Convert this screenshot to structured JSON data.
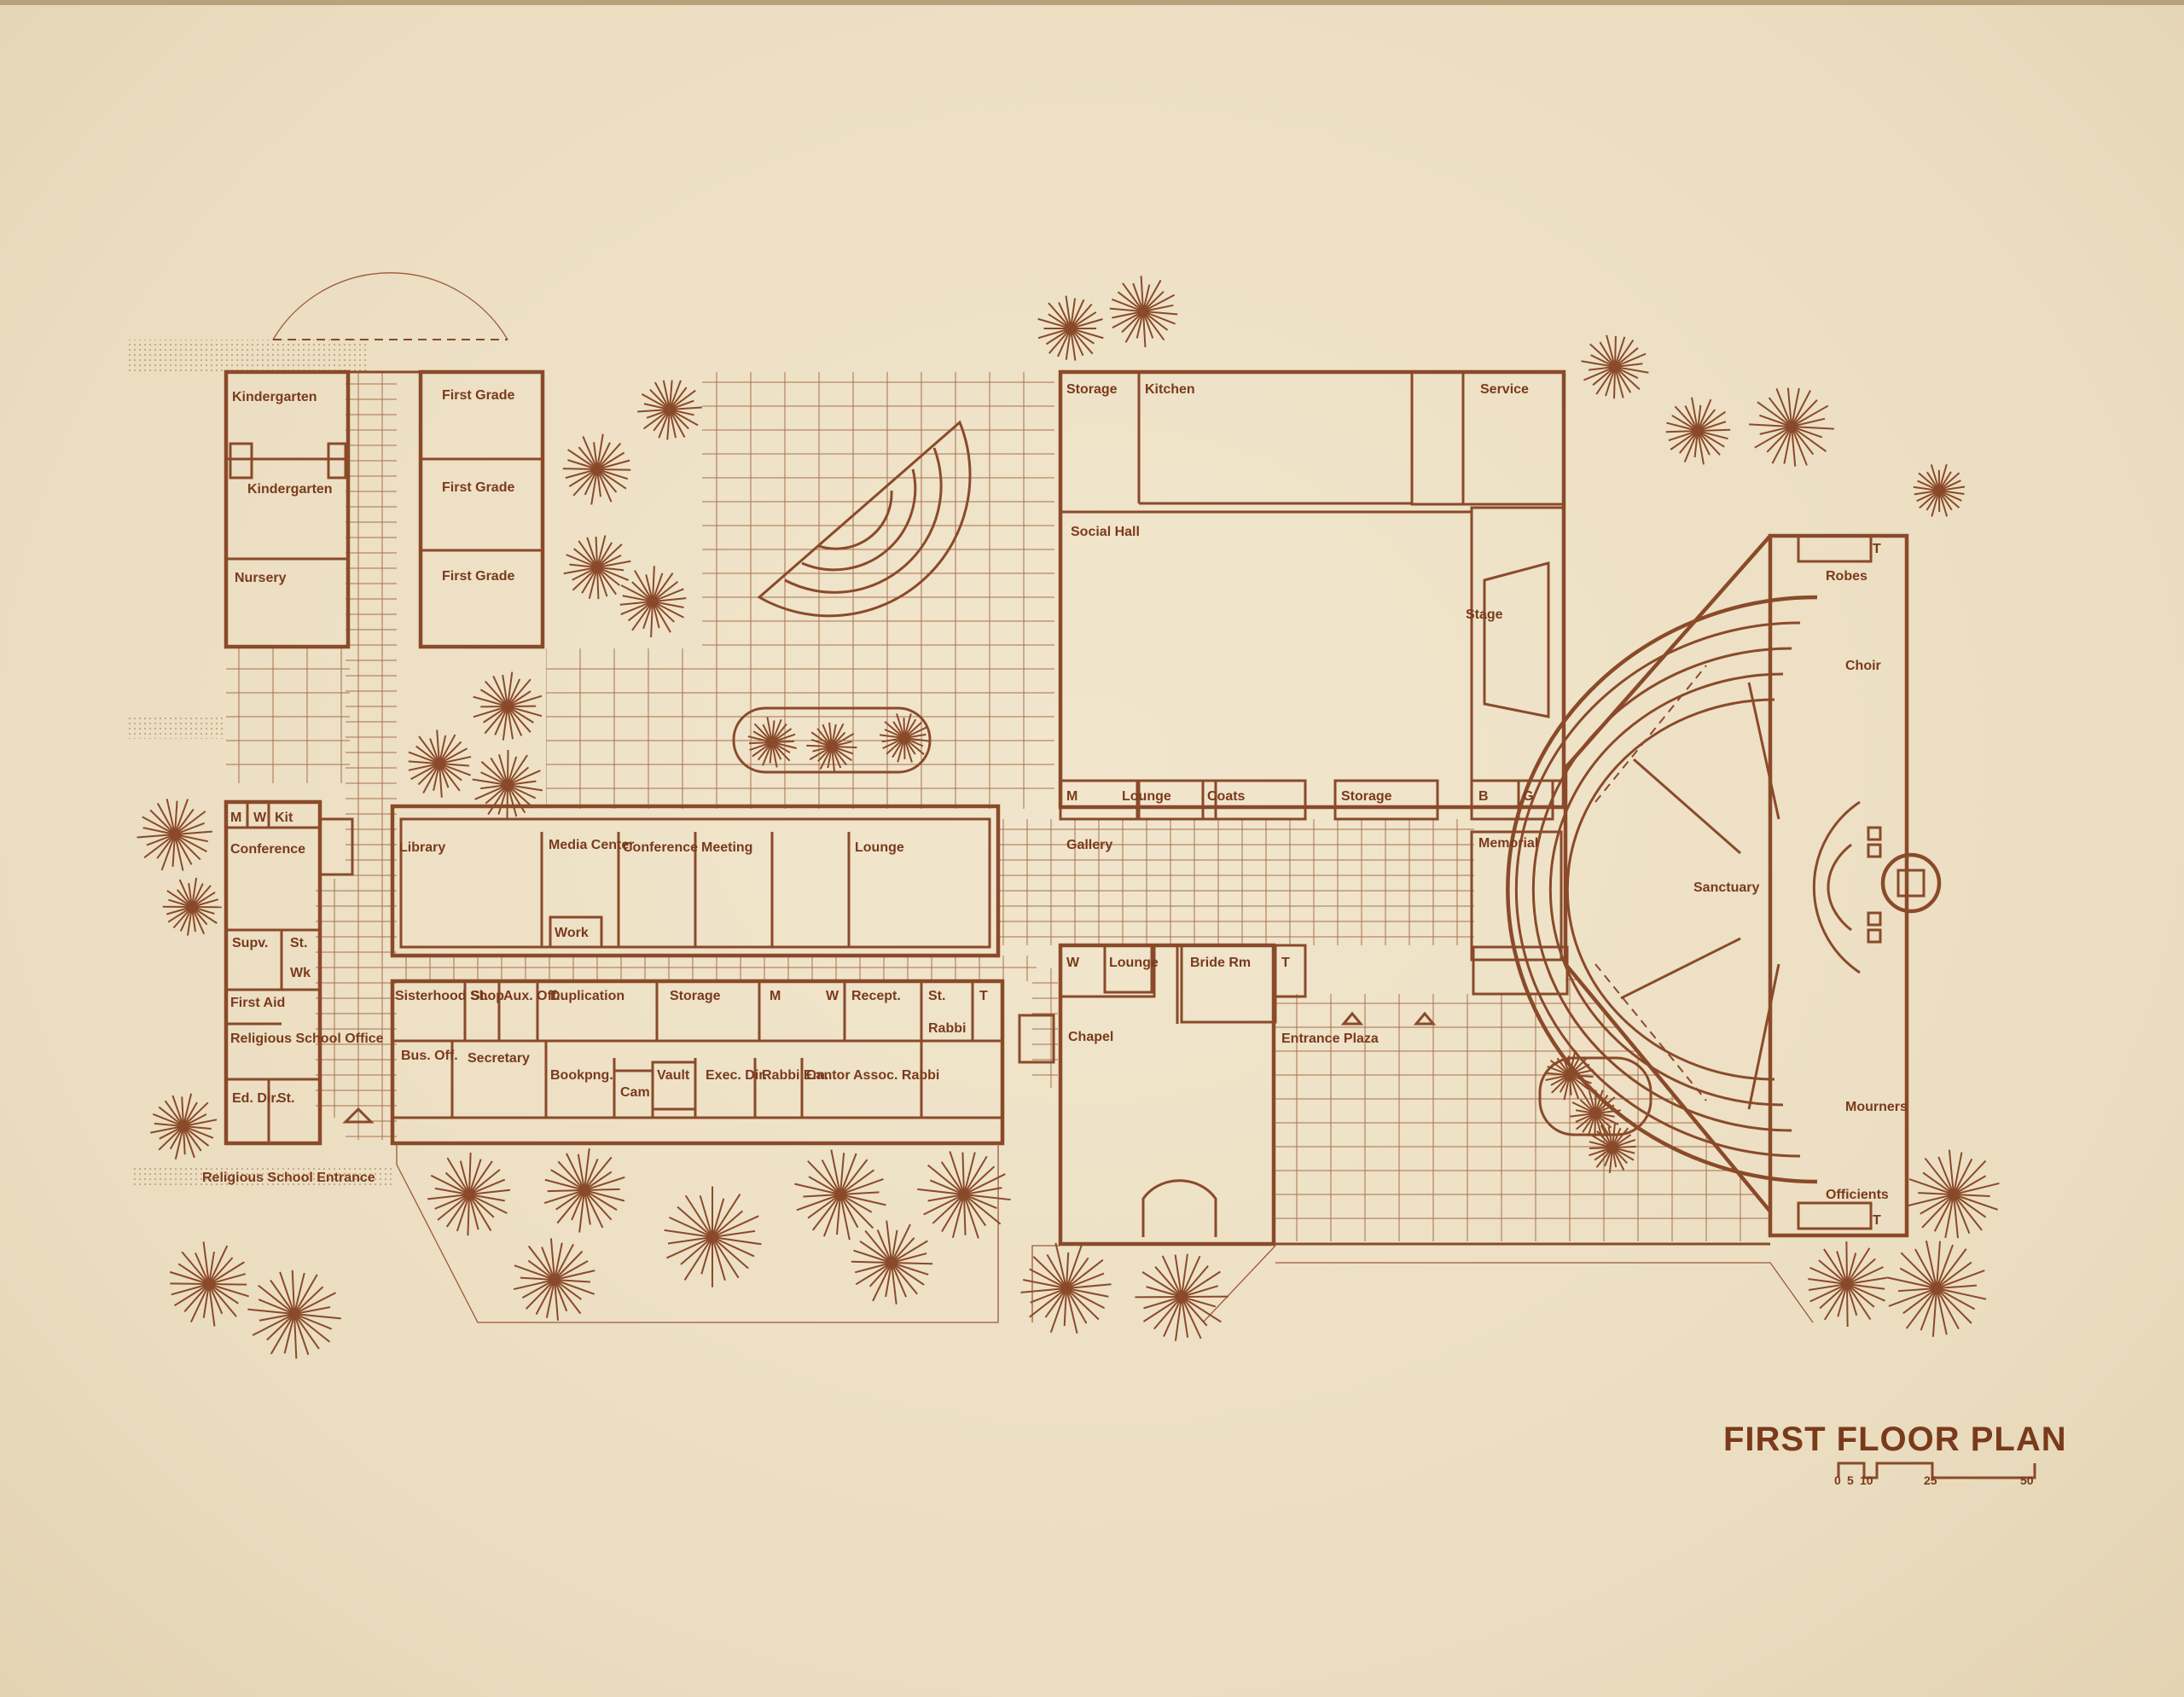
{
  "title": "FIRST FLOOR PLAN",
  "scale_labels": [
    "0",
    "5",
    "10",
    "25",
    "50"
  ],
  "colors": {
    "paper": "#ecdfc4",
    "ink": "#8a4a2a"
  },
  "rooms": {
    "kindergarten_1": "Kindergarten",
    "kindergarten_2": "Kindergarten",
    "nursery": "Nursery",
    "first_grade_1": "First Grade",
    "first_grade_2": "First Grade",
    "first_grade_3": "First Grade",
    "m": "M",
    "w": "W",
    "kit": "Kit",
    "conference_west": "Conference",
    "supv": "Supv.",
    "st_1": "St.",
    "wk": "Wk",
    "first_aid": "First Aid",
    "religious_school_office": "Religious School Office",
    "ed_dir": "Ed. Dir.",
    "st_2": "St.",
    "religious_school_entrance": "Religious School Entrance",
    "library": "Library",
    "media_center": "Media Center",
    "conference_center": "Conference",
    "meeting": "Meeting",
    "lounge_1": "Lounge",
    "work": "Work",
    "sisterhood_shop": "Sisterhood Shop",
    "st_3": "St.",
    "aux_off": "Aux. Off.",
    "duplication": "Duplication",
    "storage_1": "Storage",
    "m_2": "M",
    "w_2": "W",
    "recept": "Recept.",
    "st_4": "St.",
    "t_1": "T",
    "rabbi": "Rabbi",
    "bus_off": "Bus. Off.",
    "secretary": "Secretary",
    "bookpng": "Bookpng.",
    "cam": "Cam",
    "vault": "Vault",
    "exec_dir": "Exec. Dir.",
    "rabbi_em": "Rabbi Em.",
    "cantor": "Cantor",
    "assoc_rabbi": "Assoc. Rabbi",
    "storage_2": "Storage",
    "kitchen": "Kitchen",
    "service": "Service",
    "social_hall": "Social Hall",
    "stage": "Stage",
    "m_3": "M",
    "lounge_2": "Lounge",
    "coats": "Coats",
    "storage_3": "Storage",
    "b": "B",
    "g": "G",
    "gallery": "Gallery",
    "memorial": "Memorial",
    "w_3": "W",
    "lounge_3": "Lounge",
    "bride_rm": "Bride Rm",
    "t_2": "T",
    "chapel": "Chapel",
    "entrance_plaza": "Entrance Plaza",
    "robes": "Robes",
    "t_3": "T",
    "choir": "Choir",
    "sanctuary": "Sanctuary",
    "mourners": "Mourners",
    "officients": "Officients",
    "t_4": "T"
  }
}
